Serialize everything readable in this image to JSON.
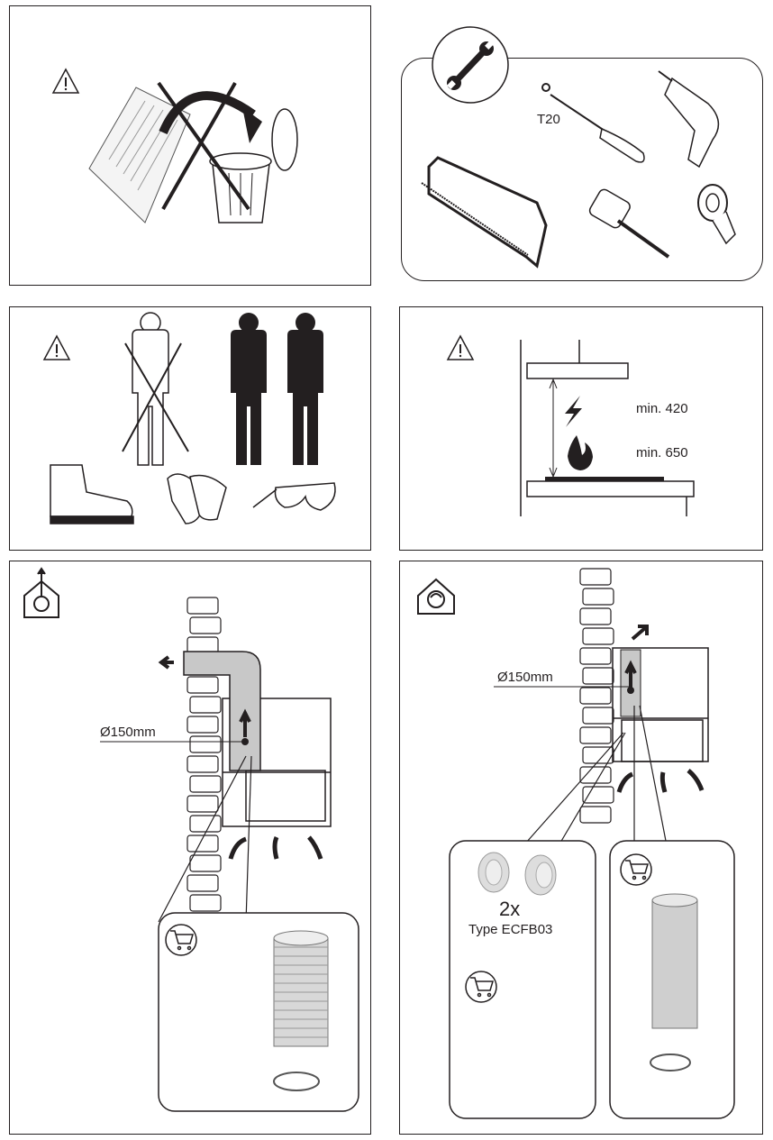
{
  "panels": {
    "disposal": {
      "icon": "warning-icon"
    },
    "tools": {
      "screwdriver_label": "T20",
      "icon": "wrench-icon"
    },
    "people": {
      "icon": "warning-icon"
    },
    "clearance": {
      "min_electric": "min. 420",
      "min_gas": "min. 650",
      "icon": "warning-icon"
    },
    "ducted": {
      "diameter": "Ø150mm",
      "icon": "extraction-mode-icon"
    },
    "recirculation": {
      "diameter": "Ø150mm",
      "quantity": "2x",
      "filter_type": "Type ECFB03",
      "icon": "recirculation-mode-icon"
    }
  },
  "colors": {
    "line": "#231f20",
    "duct": "#c8c8c8"
  }
}
